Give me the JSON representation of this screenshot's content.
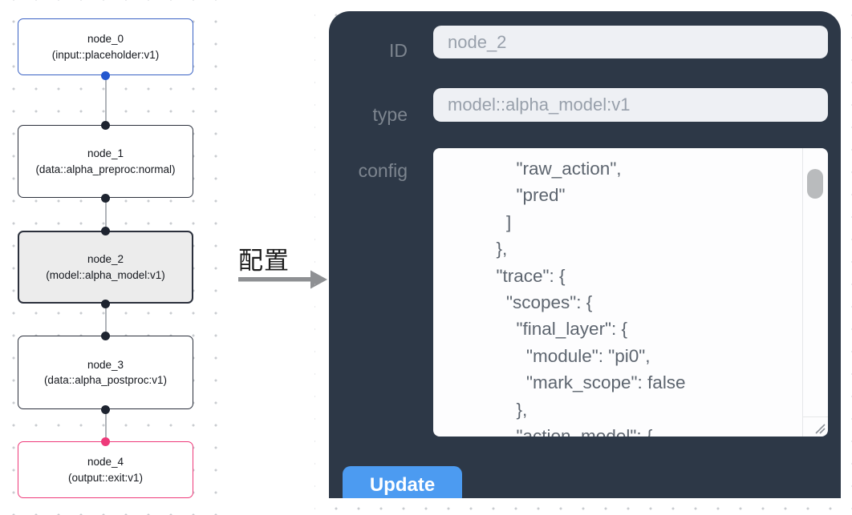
{
  "flow": {
    "nodes": [
      {
        "title": "node_0",
        "subtitle": "(input::placeholder:v1)",
        "accent": "#3a62c4"
      },
      {
        "title": "node_1",
        "subtitle": "(data::alpha_preproc:normal)",
        "accent": "#2b303c"
      },
      {
        "title": "node_2",
        "subtitle": "(model::alpha_model:v1)",
        "accent": "#2b303c",
        "selected": true
      },
      {
        "title": "node_3",
        "subtitle": "(data::alpha_postproc:v1)",
        "accent": "#2b303c"
      },
      {
        "title": "node_4",
        "subtitle": "(output::exit:v1)",
        "accent": "#ee3a7a"
      }
    ]
  },
  "annotation": {
    "label": "配置",
    "arrow_color": "#8e9093"
  },
  "panel": {
    "id_label": "ID",
    "id_value": "node_2",
    "type_label": "type",
    "type_value": "model::alpha_model:v1",
    "config_label": "config",
    "config_lines": [
      "              \"raw_action\",",
      "              \"pred\"",
      "            ]",
      "          },",
      "          \"trace\": {",
      "            \"scopes\": {",
      "              \"final_layer\": {",
      "                \"module\": \"pi0\",",
      "                \"mark_scope\": false",
      "              },",
      "              \"action_model\": {"
    ],
    "update_label": "Update"
  },
  "colors": {
    "panel_bg": "#2d3847",
    "input_bg": "#eef0f4",
    "input_text": "#98a0ab",
    "label_text": "#7d858f",
    "config_text": "#5d656f",
    "button_bg": "#4c9bf1",
    "node0_accent": "#3a62c4",
    "node4_accent": "#ee3a7a",
    "selected_node_bg": "#ececec",
    "dot_grid": "#c9ccd0"
  }
}
